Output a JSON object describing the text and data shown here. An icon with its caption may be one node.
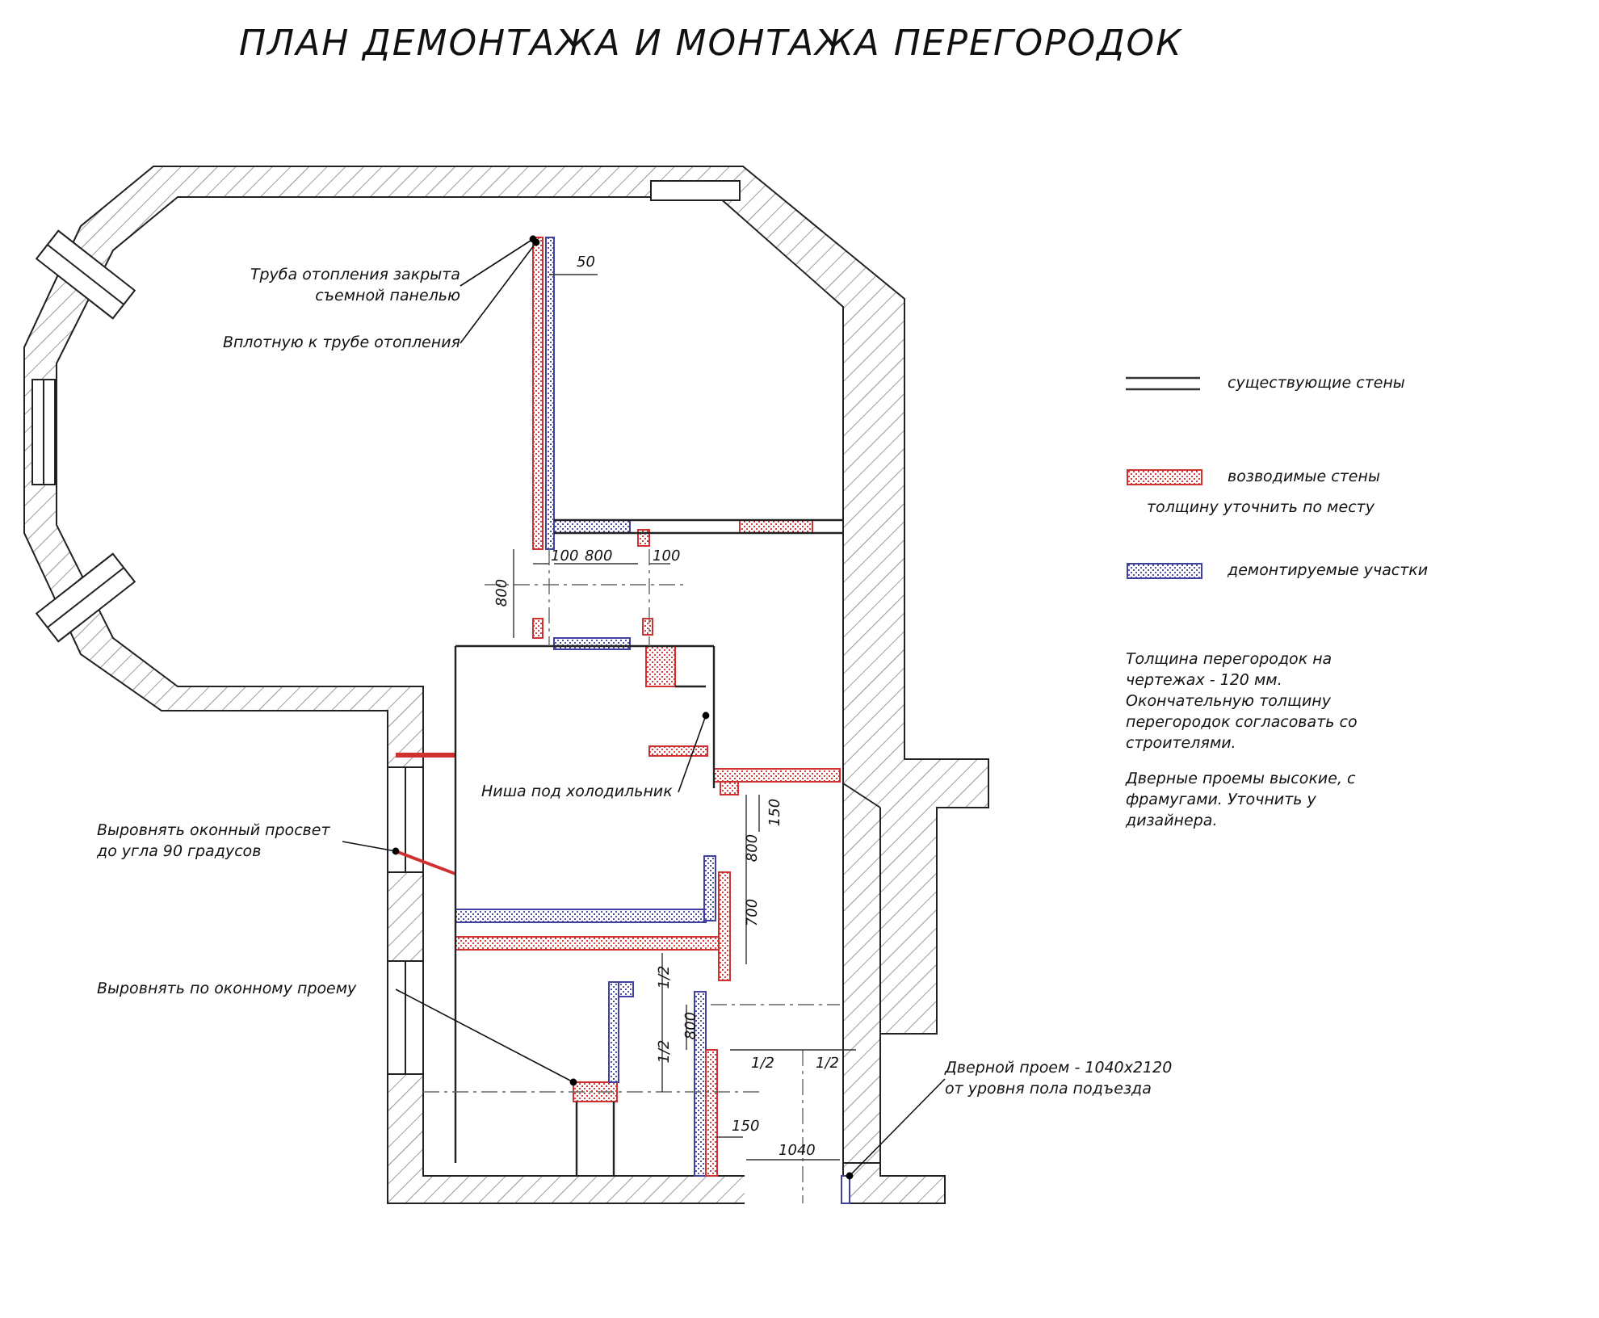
{
  "diagram": {
    "title": "ПЛАН ДЕМОНТАЖА И МОНТАЖА ПЕРЕГОРОДОК",
    "nodes": [
      {
        "text": [
          "Труба отопления закрыта съемной панелью"
        ]
      },
      {
        "text": [
          "Вплотную к трубе отопления"
        ]
      },
      {
        "text": [
          "Ниша под холодильник"
        ]
      },
      {
        "text": [
          "Выровнять оконный просвет до угла 90 градусов"
        ]
      },
      {
        "text": [
          "Выровнять по оконному проему"
        ]
      },
      {
        "text": [
          "Дверной проем - 1040x2120 от уровня пола подъезда"
        ]
      },
      {
        "text": [],
        "shape": "bar"
      },
      {
        "text": [],
        "shape": "box"
      },
      {
        "text": [],
        "shape": "line"
      }
    ],
    "edges": [
      {
        "from": 0,
        "to": null,
        "arrow": "other"
      },
      {
        "from": 1,
        "to": null,
        "arrow": "other"
      },
      {
        "from": 2,
        "to": null,
        "arrow": "other"
      },
      {
        "from": 3,
        "to": 8,
        "arrow": "other"
      },
      {
        "from": 4,
        "to": 6,
        "arrow": "other"
      },
      {
        "from": 5,
        "to": 7,
        "arrow": "other"
      }
    ],
    "labels": [
      "50",
      "100",
      "800",
      "100",
      "800",
      "150",
      "800",
      "700",
      "1/2",
      "800",
      "1/2",
      "1/2",
      "1/2",
      "150",
      "1040",
      "толщину уточнить по месту",
      "Толщина перегородок на чертежах - 120 мм. Окончательную толщину перегородок согласовать со строителями.",
      "Дверные проемы высокие, с фрамугами. Уточнить у дизайнера."
    ],
    "legend": [
      {
        "text": "существующие стены"
      },
      {
        "text": "возводимые стены"
      },
      {
        "text": "демонтируемые участки"
      }
    ]
  }
}
